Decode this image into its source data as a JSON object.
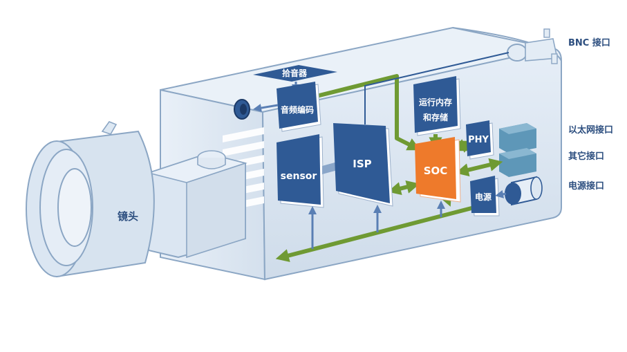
{
  "colors": {
    "body_fill": "#dde8f3",
    "body_stroke": "#8ba6c4",
    "lens_fill": "#cddcec",
    "block_blue": "#2f5a95",
    "soc_orange": "#ee7a2b",
    "arrow_green": "#6f9a33",
    "connector_teal": "#5e97b8",
    "label_navy": "#2c4e7f"
  },
  "external_labels": {
    "bnc": "BNC 接口",
    "ethernet": "以太网接口",
    "other": "其它接口",
    "power": "电源接口"
  },
  "lens_label": "镜头",
  "blocks": {
    "pickup": "拾音器",
    "audio_codec": "音频编码",
    "sensor": "sensor",
    "isp": "ISP",
    "memory_line1": "运行内存",
    "memory_line2": "和存储",
    "phy": "PHY",
    "soc": "SOC",
    "power_block": "电源"
  }
}
